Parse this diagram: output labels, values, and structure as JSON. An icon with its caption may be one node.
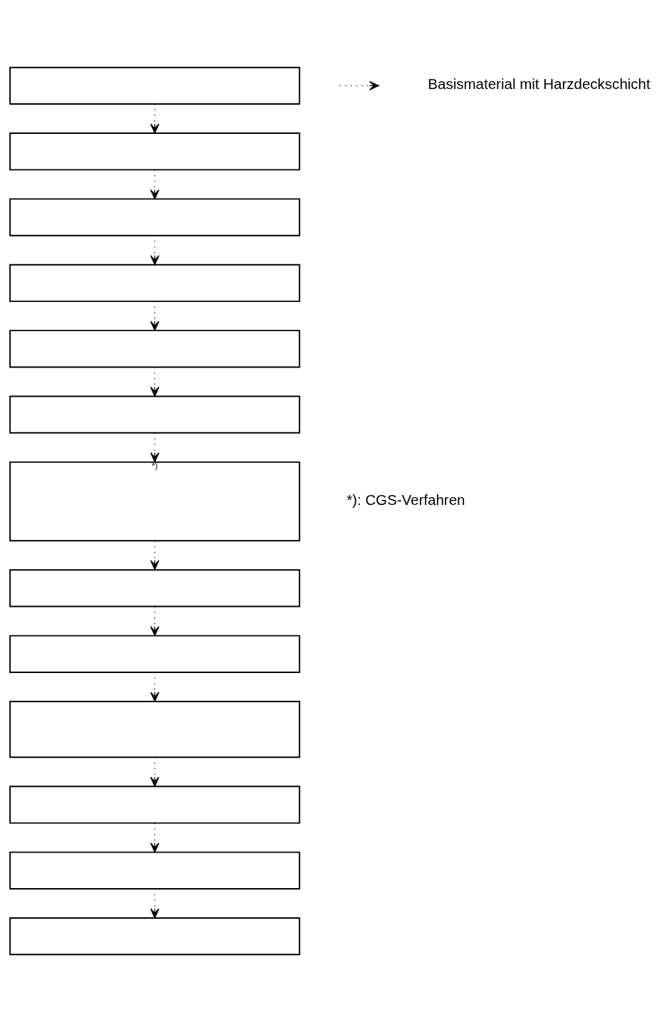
{
  "diagram": {
    "nodes": [
      {
        "text": [],
        "shape": "box"
      },
      {
        "text": [],
        "shape": "box"
      },
      {
        "text": [],
        "shape": "box"
      },
      {
        "text": [],
        "shape": "box"
      },
      {
        "text": [],
        "shape": "box"
      },
      {
        "text": [],
        "shape": "box"
      },
      {
        "text": [
          "*)"
        ]
      },
      {
        "text": [],
        "shape": "box"
      },
      {
        "text": [],
        "shape": "box"
      },
      {
        "text": [],
        "shape": "box"
      },
      {
        "text": [],
        "shape": "box"
      },
      {
        "text": [],
        "shape": "box"
      },
      {
        "text": [],
        "shape": "box"
      }
    ],
    "edges": [
      {
        "from": 0,
        "to": 1,
        "arrow": "to",
        "style": "dashed"
      },
      {
        "from": 1,
        "to": 2,
        "arrow": "to",
        "style": "dashed"
      },
      {
        "from": 2,
        "to": 3,
        "arrow": "to",
        "style": "dashed"
      },
      {
        "from": 3,
        "to": 4,
        "arrow": "to",
        "style": "dashed"
      },
      {
        "from": 4,
        "to": 5,
        "arrow": "to",
        "style": "dashed"
      },
      {
        "from": 5,
        "to": 6,
        "arrow": "to",
        "style": "dashed"
      },
      {
        "from": 6,
        "to": 7,
        "arrow": "to",
        "style": "dashed"
      },
      {
        "from": 7,
        "to": 8,
        "arrow": "to",
        "style": "dashed"
      },
      {
        "from": 8,
        "to": 9,
        "arrow": "to",
        "style": "dashed"
      },
      {
        "from": 9,
        "to": 10,
        "arrow": "to",
        "style": "dashed"
      },
      {
        "from": 10,
        "to": 11,
        "arrow": "to",
        "style": "dashed"
      },
      {
        "from": 11,
        "to": 12,
        "arrow": "to",
        "style": "dashed"
      }
    ],
    "labels": [
      "*): CGS-Verfahren"
    ],
    "legend": [
      {
        "text": "Basismaterial mit Harzdeckschicht"
      }
    ]
  }
}
